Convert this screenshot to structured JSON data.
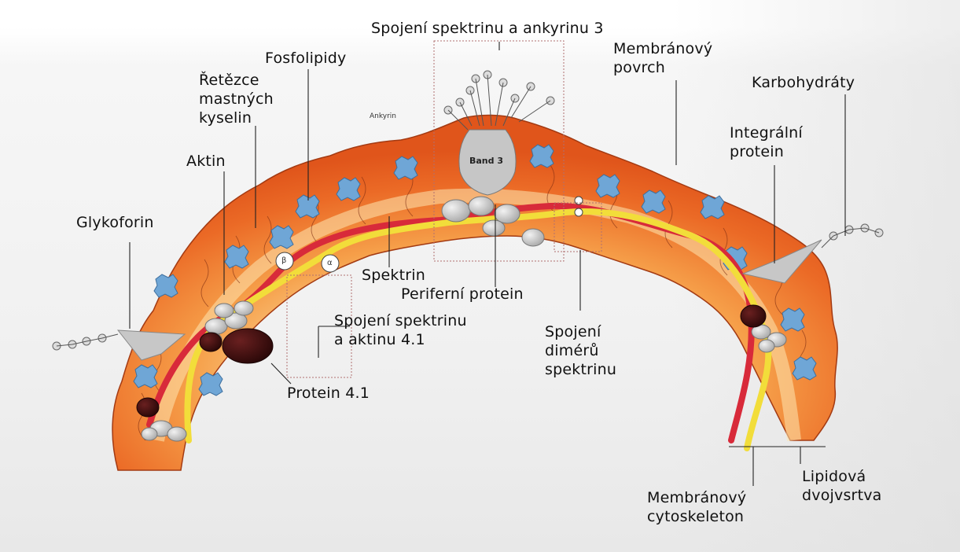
{
  "labels": {
    "spojeni_spektrinu_ankyrinu": "Spojení spektrinu a ankyrinu 3",
    "fosfolipidy": "Fosfolipidy",
    "membranovy_povrch": "Membránový\npovrch",
    "retezce": "Řetězce\nmastných\nkyselin",
    "karbohydraty": "Karbohydráty",
    "integralni_protein": "Integrální\nprotein",
    "aktin": "Aktin",
    "glykoforin": "Glykoforin",
    "spektrin": "Spektrin",
    "periferni_protein": "Periferní protein",
    "spojeni_spektrinu_aktinu": "Spojení spektrinu\na aktinu 4.1",
    "spojeni_dimeru": "Spojení\ndimérů\nspektrinu",
    "protein_41": "Protein 4.1",
    "membranovy_cytoskeleton": "Membránový\ncytoskeleton",
    "lipidova_dvojvrstva": "Lipidová\ndvojvsrtva"
  },
  "inner_labels": {
    "ankyrin": "Ankyrin",
    "band3": "Band 3",
    "beta": "β",
    "alpha": "α"
  },
  "colors": {
    "membrane_outer": "#e8561e",
    "membrane_inner": "#f7b45a",
    "membrane_core": "#fde9b8",
    "spectrin_red": "#d82a3a",
    "spectrin_yellow": "#f2dd3a",
    "protein_gray": "#c8c8c8",
    "protein41": "#3d0f0f",
    "blue_protein": "#6fa6d6"
  }
}
